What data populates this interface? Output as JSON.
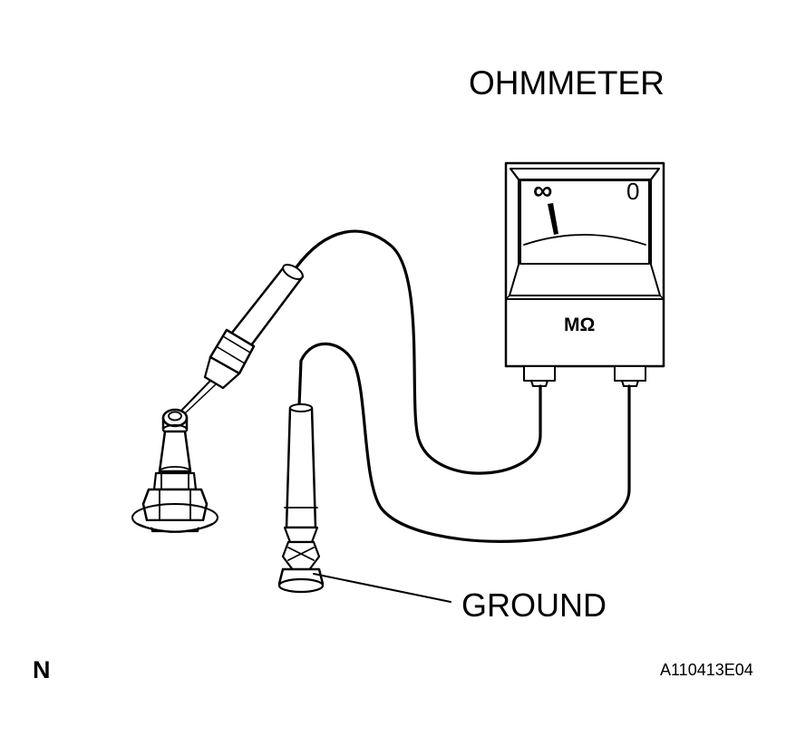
{
  "labels": {
    "meter_title": "OHMMETER",
    "ground": "GROUND",
    "corner_code": "N",
    "figure_id": "A110413E04"
  },
  "meter": {
    "scale_left": "∞",
    "scale_right": "0",
    "unit": "MΩ"
  },
  "colors": {
    "ink": "#000000",
    "paper": "#ffffff"
  }
}
